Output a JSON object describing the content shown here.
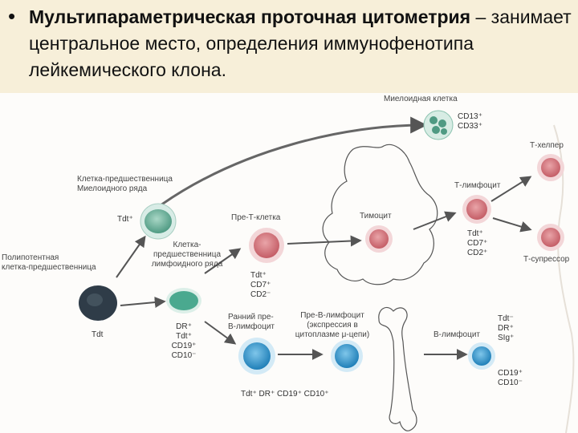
{
  "slide": {
    "bullet": "•",
    "title_bold": "Мультипараметрическая проточная цитометрия",
    "title_rest": " – занимает центральное место, определения иммунофенотипа лейкемического клона."
  },
  "diagram": {
    "labels": {
      "myeloid_cell": "Миелоидная клетка",
      "myeloid_progenitor": "Клетка-предшественница\nМиелоидного ряда",
      "pluripotent": "Полипотентная\nклетка-предшественница",
      "lymphoid_progenitor": "Клетка-\nпредшественница\nлимфоидного ряда",
      "pre_t": "Пре-Т-клетка",
      "thymocyte": "Тимоцит",
      "t_lymphocyte": "Т-лимфоцит",
      "t_helper": "Т-хелпер",
      "t_suppressor": "Т-супрессор",
      "early_pre_b": "Ранний пре-\nВ-лимфоцит",
      "pre_b": "Пре-В-лимфоцит\n(экспрессия в\nцитоплазме μ-цепи)",
      "b_lymphocyte": "В-лимфоцит"
    },
    "markers": {
      "myeloid": "CD13⁺\nCD33⁺",
      "tdt_myeloid_progenitor": "Tdt⁺",
      "tdt_pluripotent": "Tdt",
      "lymphoid_progenitor": "DR⁺\nTdt⁺\nCD19⁺\nCD10⁻",
      "pre_t": "Tdt⁺\nCD7⁺\nCD2⁻",
      "t_lymphocyte": "Tdt⁺\nCD7⁺\nCD2⁺",
      "pre_b_bottom": "Tdt⁺ DR⁺ CD19⁺ CD10⁺",
      "b_top": "Tdt⁻\nDR⁺\nSIg⁺",
      "b_bottom": "CD19⁺\nCD10⁻"
    },
    "colors": {
      "myeloid": "#5aa08a",
      "pluripotent": "#3c4a56",
      "red_cell": "#c9666d",
      "blue_cell": "#2d8fc4",
      "arrow": "#555555",
      "curve": "#666666"
    }
  }
}
